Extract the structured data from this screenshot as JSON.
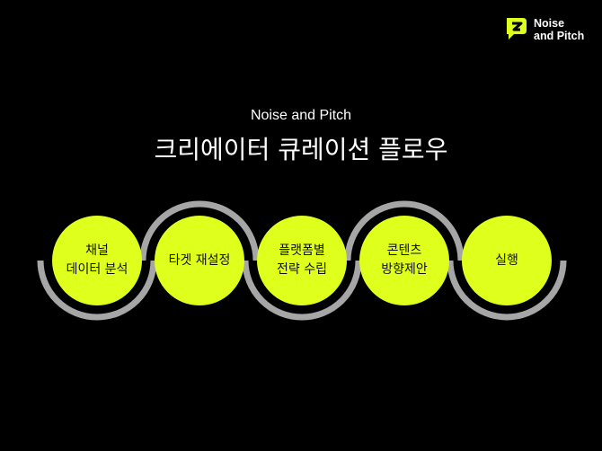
{
  "brand": {
    "logo_text": "Noise\nand Pitch",
    "accent": "#dfff1c",
    "arc_color": "#a6a6a6"
  },
  "header": {
    "subtitle": "Noise and Pitch",
    "title": "크리에이터 큐레이션 플로우"
  },
  "flow_steps": [
    {
      "label": "채널\n데이터 분석"
    },
    {
      "label": "타겟 재설정"
    },
    {
      "label": "플랫폼별\n전략 수립"
    },
    {
      "label": "콘텐츠\n방향제안"
    },
    {
      "label": "실행"
    }
  ]
}
